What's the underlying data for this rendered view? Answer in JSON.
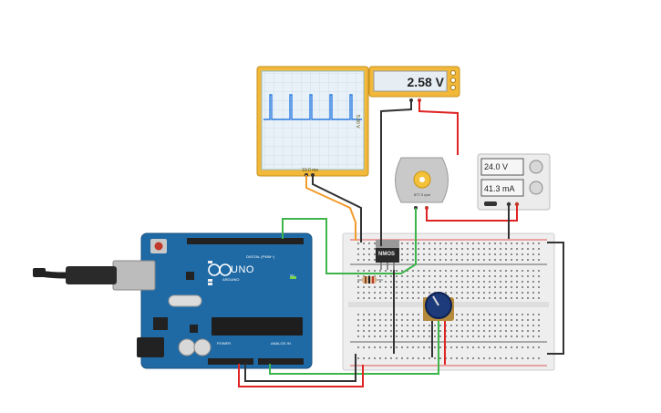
{
  "oscilloscope": {
    "time_div": "10.0 ms",
    "volt_div": "5.00 V"
  },
  "voltmeter": {
    "reading": "2.58 V"
  },
  "power_supply": {
    "voltage": "24.0 V",
    "current": "41.3 mA"
  },
  "motor": {
    "rpm": "877.3 rpm"
  },
  "mosfet": {
    "label": "NMOS"
  },
  "arduino": {
    "model": "UNO",
    "brand": "ARDUINO",
    "digital_label": "DIGITAL (PWM~)",
    "power_label": "POWER",
    "analog_label": "ANALOG IN",
    "on_label": "ON"
  },
  "colors": {
    "board_blue": "#1f6aa5",
    "scope_yellow": "#f1b83a",
    "trace_blue": "#2f7de0",
    "wire_green": "#3cb54a",
    "wire_red": "#e02424",
    "wire_orange": "#f29b2b",
    "breadboard": "#eeeeee"
  }
}
